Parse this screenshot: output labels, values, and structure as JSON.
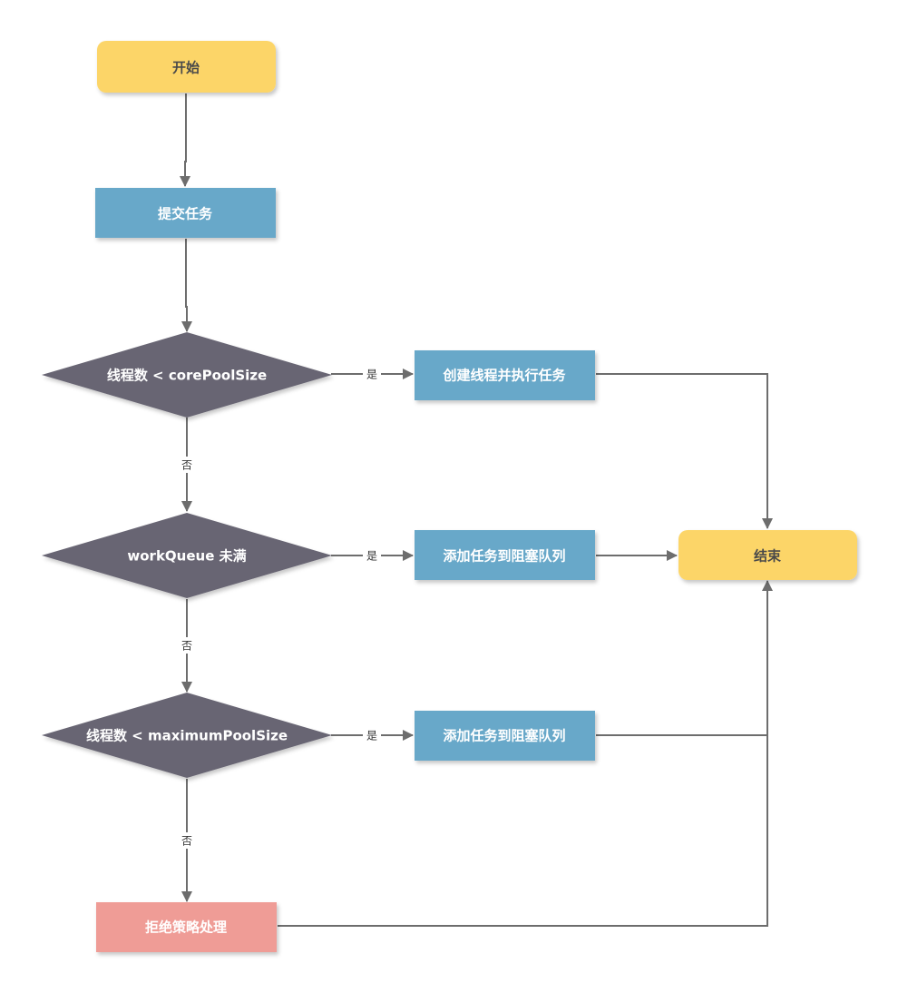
{
  "colors": {
    "terminal_fill": "#fcd568",
    "terminal_text": "#4a4a4a",
    "process_fill": "#67a8c9",
    "decision_fill": "#686573",
    "reject_fill": "#ef9c96",
    "light_text": "#ffffff",
    "edge_stroke": "#6d6d6d"
  },
  "nodes": {
    "start": "开始",
    "submit": "提交任务",
    "decision_core": "线程数 < corePoolSize",
    "create_thread": "创建线程并执行任务",
    "decision_queue": "workQueue 未满",
    "add_queue_1": "添加任务到阻塞队列",
    "end": "结束",
    "decision_max": "线程数 < maximumPoolSize",
    "add_queue_2": "添加任务到阻塞队列",
    "reject": "拒绝策略处理"
  },
  "edge_labels": {
    "yes_1": "是",
    "no_1": "否",
    "yes_2": "是",
    "no_2": "否",
    "yes_3": "是",
    "no_3": "否"
  }
}
